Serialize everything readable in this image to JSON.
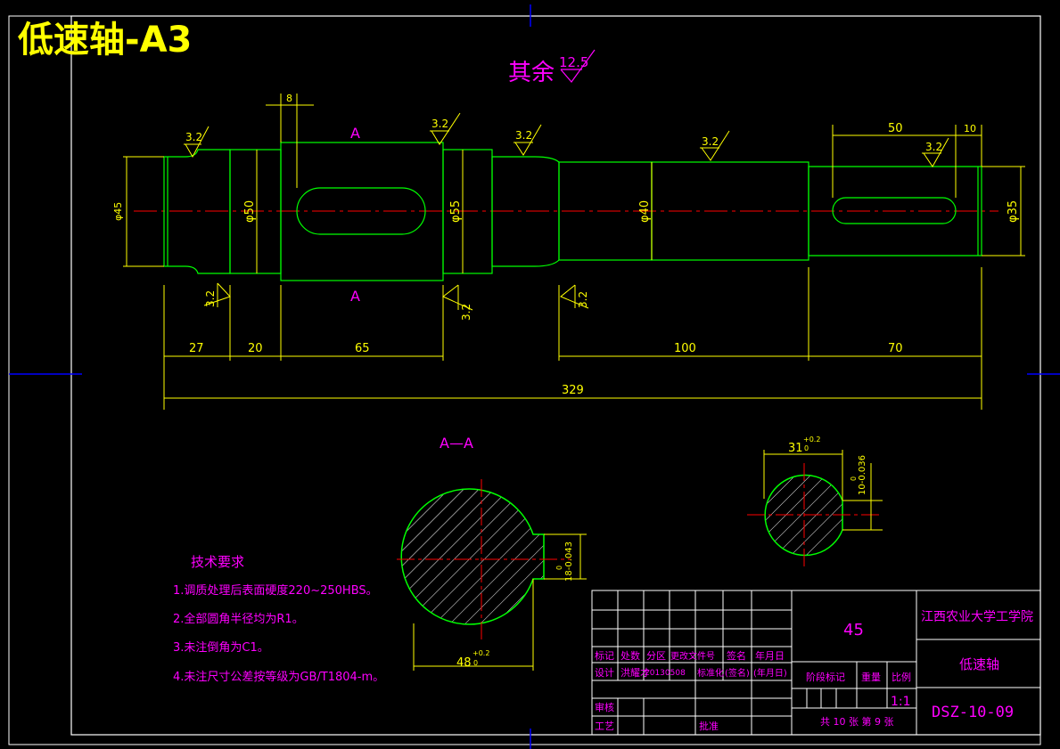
{
  "drawing": {
    "sheet_title": "低速轴-A3",
    "surface_note_prefix": "其余",
    "surface_note_value": "12.5",
    "roughness_value": "3.2",
    "section_mark": "A",
    "section_title": "A—A"
  },
  "dimensions": {
    "d45": "φ45",
    "d50": "φ50",
    "d55": "φ55",
    "d40": "φ40",
    "d35": "φ35",
    "len_27": "27",
    "len_20": "20",
    "len_65": "65",
    "len_100": "100",
    "len_70": "70",
    "len_329": "329",
    "len_8": "8",
    "len_50": "50",
    "len_10": "10",
    "sec1_width": "48",
    "sec1_tol": "+0.2",
    "sec1_tol_lo": "0",
    "sec1_key": "18-0.043",
    "sec1_key_up": "0",
    "sec2_width": "31",
    "sec2_tol": "+0.2",
    "sec2_tol_lo": "0",
    "sec2_key": "10-0.036",
    "sec2_key_up": "0"
  },
  "tech_requirements": {
    "heading": "技术要求",
    "items": [
      "1.调质处理后表面硬度220~250HBS。",
      "2.全部圆角半径均为R1。",
      "3.未注倒角为C1。",
      "4.未注尺寸公差按等级为GB/T1804-m。"
    ]
  },
  "title_block": {
    "material": "45",
    "school": "江西农业大学工学院",
    "part_name": "低速轴",
    "drawing_no": "DSZ-10-09",
    "scale": "1:1",
    "h_mark": "标记",
    "h_count": "处数",
    "h_zone": "分区",
    "h_doc": "更改文件号",
    "h_sign": "签名",
    "h_date": "年月日",
    "designer_label": "设计",
    "designer_name": "洪耀才",
    "designer_date": "20130508",
    "std_label": "标准化",
    "sign_label": "(签名)",
    "date_label": "(年月日)",
    "stage_label": "阶段标记",
    "weight_label": "重量",
    "scale_label": "比例",
    "review_label": "审核",
    "process_label": "工艺",
    "approve_label": "批准",
    "sheets_text": "共 10 张 第 9 张"
  },
  "colors": {
    "outline": "#00ff00",
    "dimension": "#ffff00",
    "text_magenta": "#ff00ff",
    "centerline": "#ff0000",
    "frame": "#ffffff",
    "axes_blue": "#0000ff",
    "hatch": "#ffffff"
  }
}
